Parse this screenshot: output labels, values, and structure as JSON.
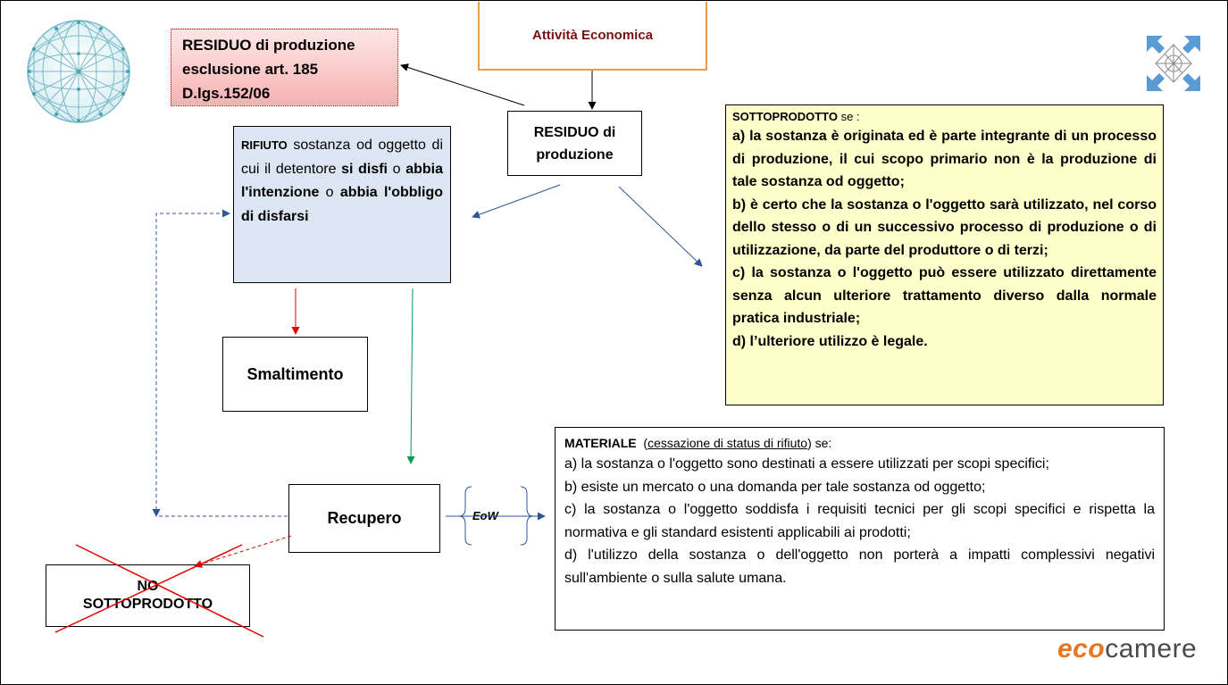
{
  "attivita": "Attività Economica",
  "residuo_esclusione": {
    "line1": "RESIDUO di produzione",
    "line2": "esclusione art. 185",
    "line3": "D.lgs.152/06"
  },
  "residuo_main": {
    "line1": "RESIDUO di",
    "line2": "produzione"
  },
  "rifiuto": {
    "lead": "RIFIUTO",
    "t1": " sostanza od oggetto di cui il detentore ",
    "b1": "si disfi",
    "t2": " o ",
    "b2": "abbia l'intenzione",
    "t3": " o ",
    "b3": "abbia l'obbligo di disfarsi"
  },
  "sottoprodotto": {
    "lead": "SOTTOPRODOTTO",
    "lead_suffix": " se :",
    "items": [
      "a) la sostanza è originata ed è parte integrante di un processo di produzione, il cui scopo primario non è la produzione di tale sostanza od oggetto;",
      "b) è certo che la sostanza o l'oggetto sarà utilizzato, nel corso dello stesso o di un successivo processo di produzione o di utilizzazione, da parte del produttore o di terzi;",
      "c) la sostanza o l'oggetto può essere utilizzato direttamente senza alcun ulteriore trattamento diverso dalla normale pratica industriale;",
      "d) l’ulteriore utilizzo è legale."
    ]
  },
  "smaltimento": "Smaltimento",
  "recupero": "Recupero",
  "no_sottoprodotto": {
    "line1": "NO",
    "line2": "SOTTOPRODOTTO"
  },
  "eow": "EoW",
  "materiale": {
    "lead": "MATERIALE",
    "paren": "cessazione di status di rifiuto",
    "suffix": " se:",
    "items": [
      "a) la sostanza o l'oggetto sono destinati a essere utilizzati per scopi specifici;",
      "b) esiste un mercato o una domanda per tale sostanza od oggetto;",
      "c) la sostanza o l'oggetto soddisfa i requisiti tecnici per gli scopi specifici e rispetta la normativa e gli standard esistenti applicabili ai prodotti;",
      "d) l'utilizzo della sostanza o dell'oggetto non porterà a impatti complessivi negativi sull'ambiente o sulla salute umana."
    ]
  },
  "logo": {
    "eco": "eco",
    "rest": "camere"
  },
  "colors": {
    "arrow_black": "#000000",
    "arrow_blue": "#2f5597",
    "arrow_red": "#e00000",
    "arrow_green": "#00a050",
    "cross_red": "#e00000",
    "rifiuto_bg": "#dce6f2",
    "sottoprodotto_bg": "#ffffcc",
    "residuo_excl_bg": "#f7b2b2",
    "attivita_border": "#ed9a4a",
    "logo_orange": "#e87722"
  },
  "icons": [
    "globe-icon",
    "network-arrows-icon"
  ]
}
